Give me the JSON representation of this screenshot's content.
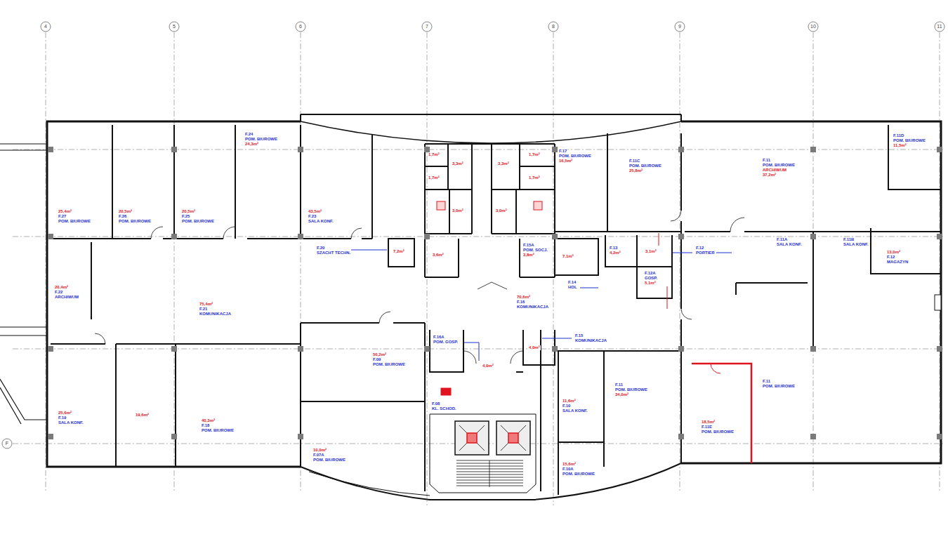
{
  "diagram": {
    "nodes": [
      {
        "text": [
          "25,4m²",
          "F.27",
          "POM. BIUROWE"
        ]
      },
      {
        "text": [
          "20,5m²",
          "F.26",
          "POM. BIUROWE"
        ]
      },
      {
        "text": [
          "20,5m²",
          "F.25",
          "POM. BIUROWE"
        ]
      },
      {
        "text": [
          "F.24",
          "POM. BIUROWE",
          "24,3m²"
        ]
      },
      {
        "text": [
          "43,5m²",
          "F.23",
          "SALA KONF."
        ]
      },
      {
        "text": [
          "20,4m²",
          "F.22",
          "ARCHIWUM"
        ]
      },
      {
        "text": [
          "75,4m²",
          "F.21",
          "KOMUNIKACJA"
        ]
      },
      {
        "text": [
          "25,6m²",
          "F.19",
          "SALA KONF."
        ]
      },
      {
        "text": [
          "19,6m²"
        ]
      },
      {
        "text": [
          "40,3m²",
          "F.18",
          "POM. BIUROWE"
        ]
      },
      {
        "text": [
          "7,2m²"
        ]
      },
      {
        "text": [
          "1,7m²"
        ]
      },
      {
        "text": [
          "3,3m²"
        ]
      },
      {
        "text": [
          "3,3m²"
        ]
      },
      {
        "text": [
          "1,7m²"
        ]
      },
      {
        "text": [
          "1,7m²"
        ]
      },
      {
        "text": [
          "1,7m²"
        ]
      },
      {
        "text": [
          "3,0m²"
        ]
      },
      {
        "text": [
          "3,0m²"
        ]
      },
      {
        "text": [
          "3,6m²"
        ]
      },
      {
        "text": [
          "F.15A",
          "POM. SOCJ.",
          "3,8m²"
        ]
      },
      {
        "text": [
          "F.17",
          "POM. BIUROWE",
          "16,5m²"
        ]
      },
      {
        "text": [
          "F.11C",
          "POM. BIUROWE",
          "25,8m²"
        ]
      },
      {
        "text": [
          "70,6m²",
          "F.16",
          "KOMUNIKACJA"
        ]
      },
      {
        "text": [
          "7,1m²"
        ]
      },
      {
        "text": [
          "F.13",
          "4,2m²"
        ]
      },
      {
        "text": [
          "3,1m²"
        ]
      },
      {
        "text": [
          "F.12A",
          "GOSP.",
          "5,1m²"
        ]
      },
      {
        "text": [
          "50,2m²",
          "F.09",
          "POM. BIUROWE"
        ]
      },
      {
        "text": [
          "F.08",
          "KL. SCHOD."
        ]
      },
      {
        "text": [
          "4,0m²"
        ]
      },
      {
        "text": [
          "10,0m²",
          "F.07A",
          "POM. BIUROWE"
        ]
      },
      {
        "text": [
          "11,6m²",
          "F.10",
          "SALA KONF."
        ]
      },
      {
        "text": [
          "F.11",
          "POM. BIUROWE",
          "34,0m²"
        ]
      },
      {
        "text": [
          "15,6m²",
          "F.10A",
          "POM. BIUROWE"
        ]
      },
      {
        "text": [
          "F.11",
          "POM. BIUROWE",
          "ARCHIWUM",
          "37,2m²"
        ]
      },
      {
        "text": [
          "F.11D",
          "POM. BIUROWE",
          "11,5m²"
        ]
      },
      {
        "text": [
          "F.11A",
          "SALA KONF."
        ]
      },
      {
        "text": [
          "F.11B",
          "SALA KONF."
        ]
      },
      {
        "text": [
          "13,0m²",
          "F.12",
          "MAGAZYN"
        ]
      },
      {
        "text": [
          "F.11",
          "POM. BIUROWE"
        ]
      },
      {
        "text": [
          "18,5m²",
          "F.11E",
          "POM. BIUROWE"
        ]
      }
    ],
    "labels": [
      "4",
      "5",
      "6",
      "7",
      "8",
      "9",
      "10",
      "11",
      "F",
      "F.20",
      "SZACHT TECHN.",
      "F.14",
      "HOL",
      "F.12",
      "PORTIER",
      "F.16A",
      "POM. GOSP.",
      "4,0m²",
      "F.15",
      "KOMUNIKACJA"
    ]
  }
}
